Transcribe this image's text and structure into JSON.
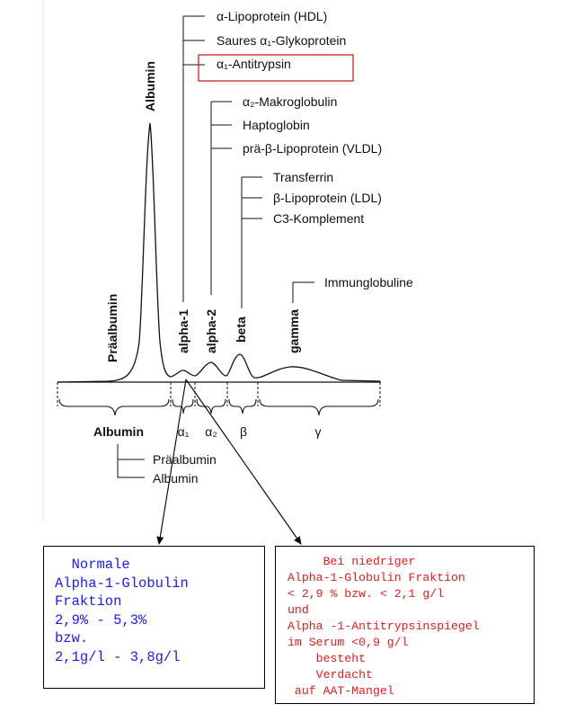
{
  "protein_groups": {
    "alpha1": [
      "α-Lipoprotein (HDL)",
      "Saures α₁-Glykoprotein",
      "α₁-Antitrypsin"
    ],
    "alpha2": [
      "α₂-Makroglobulin",
      "Haptoglobin",
      "prä-β-Lipoprotein (VLDL)"
    ],
    "beta": [
      "Transferrin",
      "β-Lipoprotein (LDL)",
      "C3-Komplement"
    ],
    "gamma": [
      "Immunglobuline"
    ]
  },
  "peak_labels": [
    "Albumin",
    "Präalbumin",
    "alpha-1",
    "alpha-2",
    "beta",
    "gamma"
  ],
  "axis_labels": [
    "Albumin",
    "α₁",
    "α₂",
    "β",
    "γ"
  ],
  "albumin_sub": [
    "Präalbumin",
    "Albumin"
  ],
  "highlight_color": "#d42020",
  "box_left": {
    "lines": [
      "  Normale",
      "Alpha-1-Globulin",
      "Fraktion",
      "2,9% - 5,3%",
      "bzw.",
      "2,1g/l - 3,8g/l"
    ],
    "color": "#1a1aff"
  },
  "box_right": {
    "lines": [
      "     Bei niedriger",
      "Alpha-1-Globulin Fraktion",
      "< 2,9 % bzw. < 2,1 g/l",
      "und",
      "Alpha -1-Antitrypsinspiegel",
      "im Serum <0,9 g/l",
      "    besteht",
      "    Verdacht",
      " auf AAT-Mangel"
    ],
    "color": "#e41a1a"
  }
}
